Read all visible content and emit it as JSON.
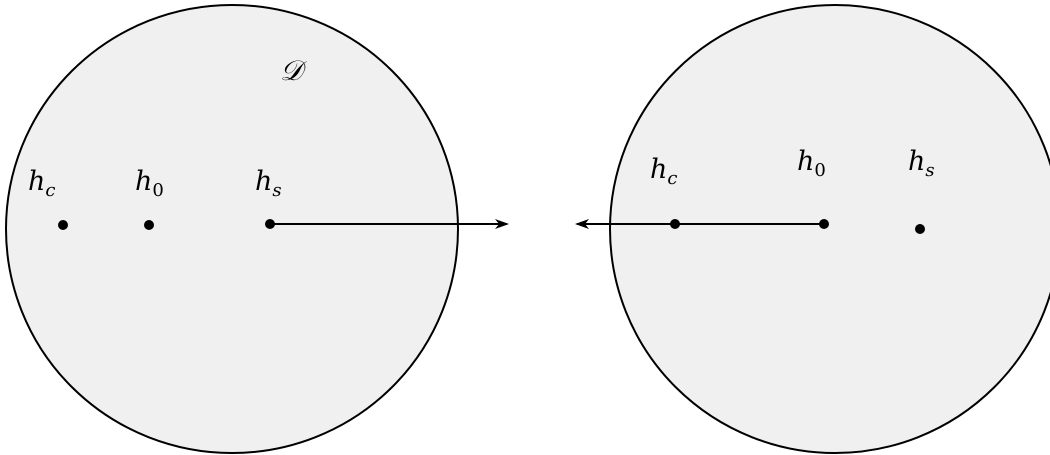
{
  "diagram": {
    "domain_label": "𝒟",
    "left_disk": {
      "labels": {
        "hc": {
          "base": "h",
          "sub": "c"
        },
        "h0": {
          "base": "h",
          "sub": "0"
        },
        "hs": {
          "base": "h",
          "sub": "s"
        }
      }
    },
    "right_disk": {
      "labels": {
        "hc": {
          "base": "h",
          "sub": "c"
        },
        "h0": {
          "base": "h",
          "sub": "0"
        },
        "hs": {
          "base": "h",
          "sub": "s"
        }
      }
    },
    "colors": {
      "disk_fill": "#f0f0f0",
      "stroke": "#000000"
    }
  }
}
